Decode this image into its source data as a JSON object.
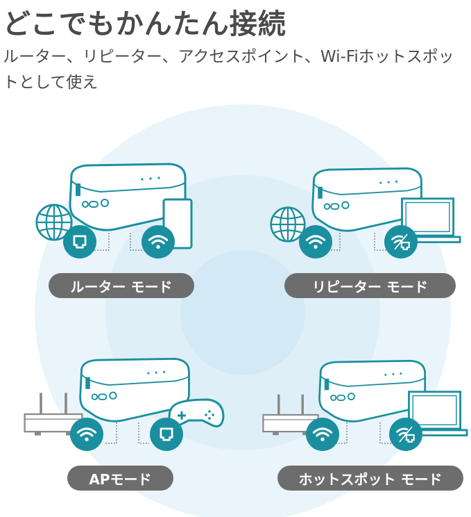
{
  "header": {
    "title": "どこでもかんたん接続",
    "subtitle": "ルーター、リピーター、アクセスポイント、Wi-Fiホットスポットとして使え"
  },
  "modes": [
    {
      "label": "ルーター モード",
      "icons": [
        "globe-icon",
        "ethernet-icon",
        "wifi-icon",
        "smartphone-icon"
      ]
    },
    {
      "label": "リピーター モード",
      "icons": [
        "globe-icon",
        "wifi-icon",
        "wifi-ethernet-icon",
        "laptop-icon"
      ]
    },
    {
      "label": "APモード",
      "icons": [
        "router-icon",
        "wifi-icon",
        "ethernet-icon",
        "gamepad-icon"
      ]
    },
    {
      "label": "ホットスポット モード",
      "icons": [
        "router-icon",
        "wifi-icon",
        "wifi-ethernet-icon",
        "laptop-icon"
      ]
    }
  ],
  "colors": {
    "accent": "#1a8fa0",
    "pill": "#6d6d6d",
    "bg_outer": "#eaf5fb",
    "bg_inner": "#d3eaf6"
  }
}
